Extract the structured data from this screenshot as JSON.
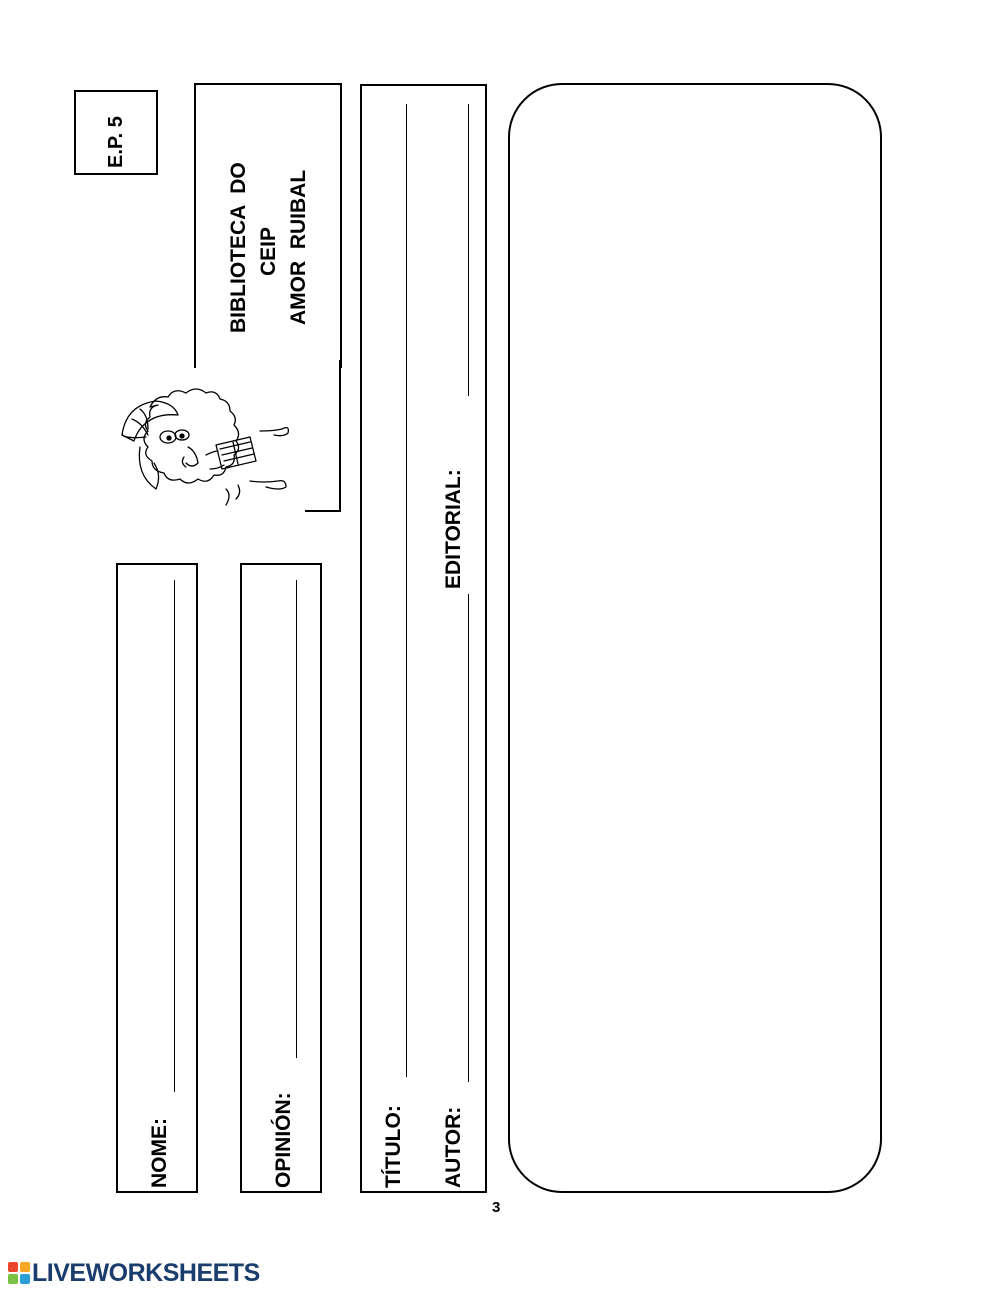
{
  "level_box": {
    "label": "E.P. 5"
  },
  "library_header": {
    "line1": "BIBLIOTECA  DO",
    "line2": "CEIP",
    "line3": "AMOR  RUIBAL"
  },
  "fields": {
    "name_label": "NOME:",
    "opinion_label": "OPINIÓN:",
    "title_label": "TÍTULO:",
    "author_label": "AUTOR:",
    "publisher_label": "EDITORIAL:"
  },
  "page_number": "3",
  "footer": {
    "brand": "LIVEWORKSHEETS",
    "logo_icon": "liveworksheets-logo-icon"
  },
  "colors": {
    "brand": "#1b3d6e",
    "logo": [
      "#e8452c",
      "#f5a623",
      "#7ac143",
      "#2a9fd8"
    ]
  }
}
